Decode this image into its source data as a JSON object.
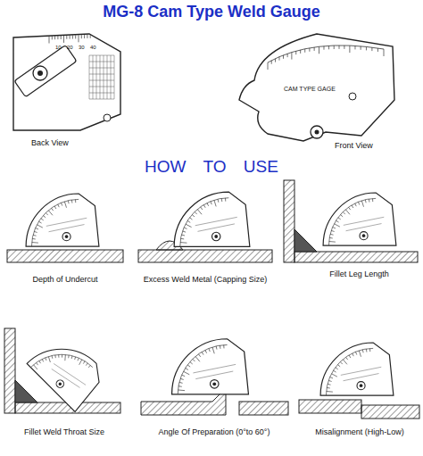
{
  "diagram": {
    "title": "MG-8 Cam Type Weld Gauge",
    "labels": [
      "Back View",
      "Front View",
      "HOW TO USE",
      "Depth of Undercut",
      "Excess Weld Metal (Capping Size)",
      "Fillet Leg Length",
      "Fillet Weld Throat Size",
      "Angle Of Preparation (0°to 60°)",
      "Misalignment (High-Low)",
      "CAM TYPE GAGE",
      "10",
      "20",
      "30",
      "40"
    ]
  }
}
